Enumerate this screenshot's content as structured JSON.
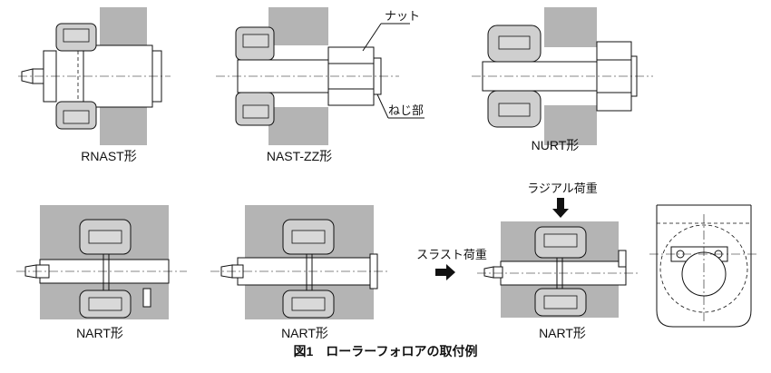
{
  "labels": {
    "rnast": "RNAST形",
    "nast_zz": "NAST-ZZ形",
    "nurt": "NURT形",
    "nart_1": "NART形",
    "nart_2": "NART形",
    "nart_3": "NART形"
  },
  "annotations": {
    "nut": "ナット",
    "thread": "ねじ部",
    "radial_load": "ラジアル荷重",
    "thrust_load": "スラスト荷重"
  },
  "caption": "図1　ローラーフォロアの取付例",
  "colors": {
    "wall": "#b4b4b4",
    "line": "#111111",
    "roller": "#d9d9d9"
  }
}
